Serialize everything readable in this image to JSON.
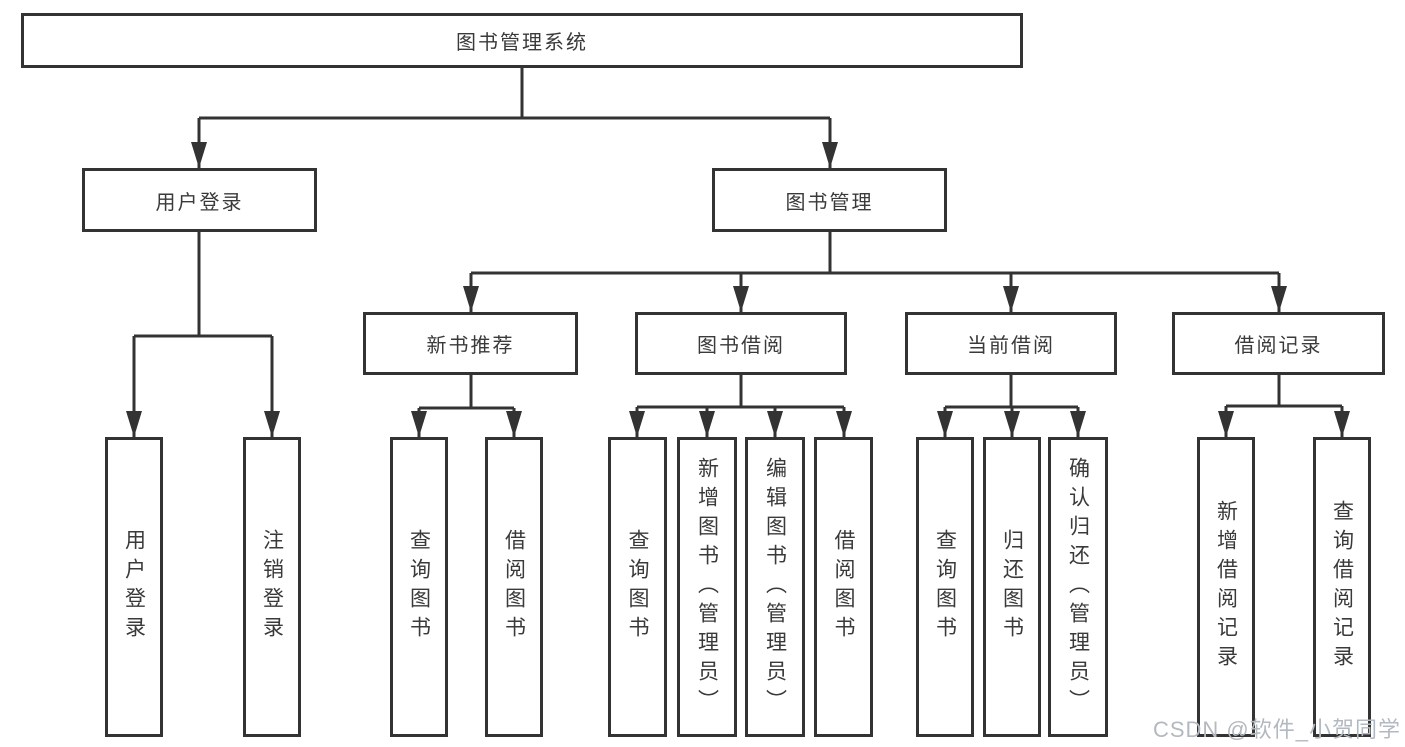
{
  "nodes": {
    "root": "图书管理系统",
    "l2": [
      "用户登录",
      "图书管理"
    ],
    "l3": [
      "新书推荐",
      "图书借阅",
      "当前借阅",
      "借阅记录"
    ],
    "leaves_g1": [
      "用户登录",
      "注销登录"
    ],
    "leaves_g2": [
      "查询图书",
      "借阅图书"
    ],
    "leaves_g3": [
      "查询图书",
      "新增图书（管理员）",
      "编辑图书（管理员）",
      "借阅图书"
    ],
    "leaves_g4": [
      "查询图书",
      "归还图书",
      "确认归还（管理员）"
    ],
    "leaves_g5": [
      "新增借阅记录",
      "查询借阅记录"
    ]
  },
  "colors": {
    "line": "#333333",
    "box_border": "#333333",
    "text": "#3a3a3a",
    "watermark": "#b3b9c0",
    "background": "#ffffff"
  },
  "watermark": "CSDN @软件_小贺同学"
}
